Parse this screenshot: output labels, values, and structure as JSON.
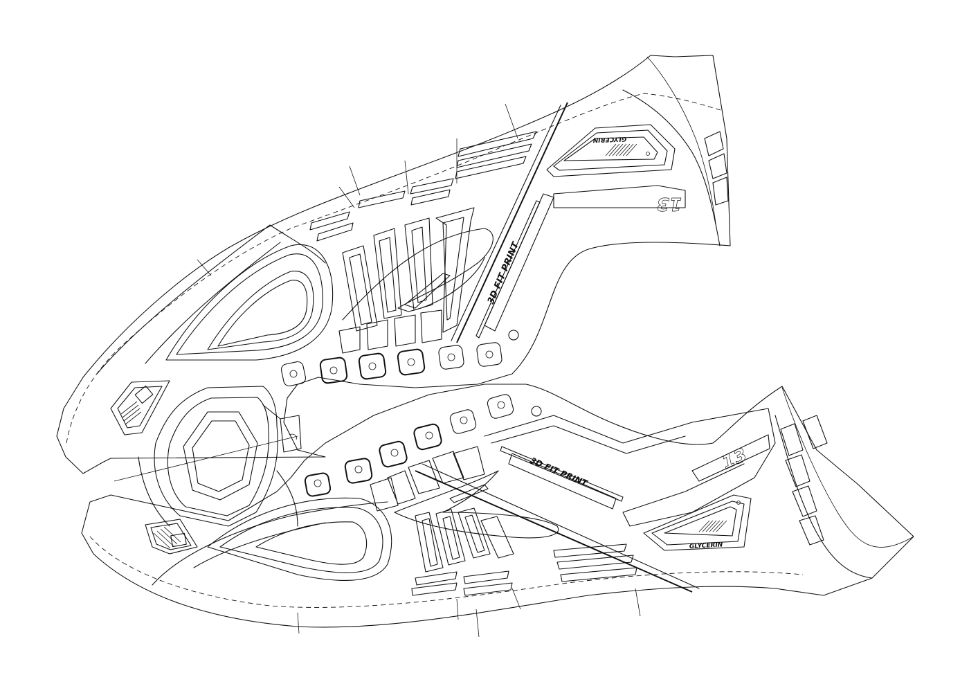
{
  "drawing": {
    "subject": "shoe-upper-pattern",
    "line_color": "#111111",
    "background": "#ffffff"
  },
  "upper_piece": {
    "brand_text": "GLYCERIN",
    "model_number": "13",
    "feature_text": "3D FIT PRINT"
  },
  "lower_piece": {
    "brand_text": "GLYCERIN",
    "model_number": "13",
    "feature_text": "3D FIT PRINT"
  }
}
